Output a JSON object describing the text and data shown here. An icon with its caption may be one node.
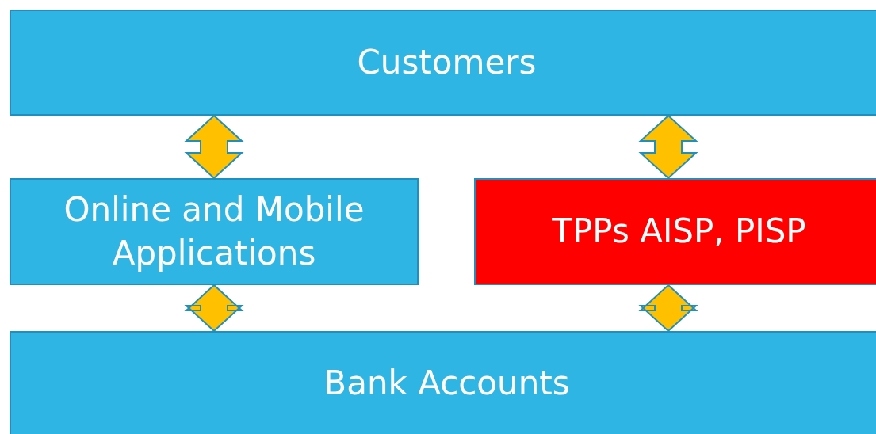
{
  "diagram": {
    "nodes": [
      {
        "text": [
          "Customers"
        ]
      },
      {
        "text": [
          "Online and Mobile Applications"
        ]
      },
      {
        "text": [
          "TPPs AISP, PISP"
        ]
      },
      {
        "text": [
          "Bank Accounts"
        ]
      }
    ],
    "edges": [
      {
        "from": 0,
        "to": 1,
        "arrow": "both"
      },
      {
        "from": 0,
        "to": 2,
        "arrow": "both"
      },
      {
        "from": 1,
        "to": 3,
        "arrow": "both"
      },
      {
        "from": 2,
        "to": 3,
        "arrow": "both"
      }
    ]
  }
}
